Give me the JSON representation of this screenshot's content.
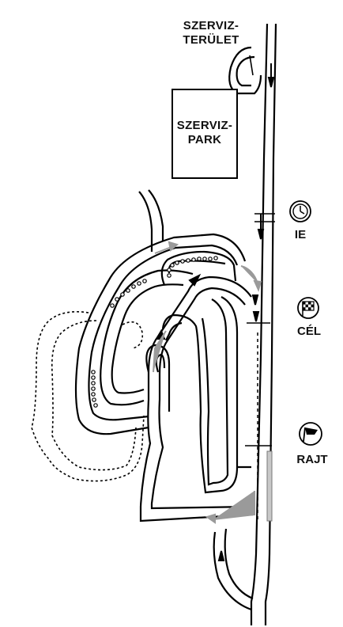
{
  "labels": {
    "service_area_line1": "SZERVIZ-",
    "service_area_line2": "TERÜLET",
    "service_park_line1": "SZERVIZ-",
    "service_park_line2": "PARK",
    "time_control": "IE",
    "finish": "CÉL",
    "start": "RAJT"
  },
  "icons": {
    "time_control": "clock-icon",
    "finish": "checkered-flag-icon",
    "start": "flag-icon"
  },
  "colors": {
    "track_outline": "#000000",
    "arrow_black": "#000000",
    "arrow_grey": "#9a9a9a",
    "background": "#ffffff",
    "service_park_fill": "#ffffff"
  }
}
